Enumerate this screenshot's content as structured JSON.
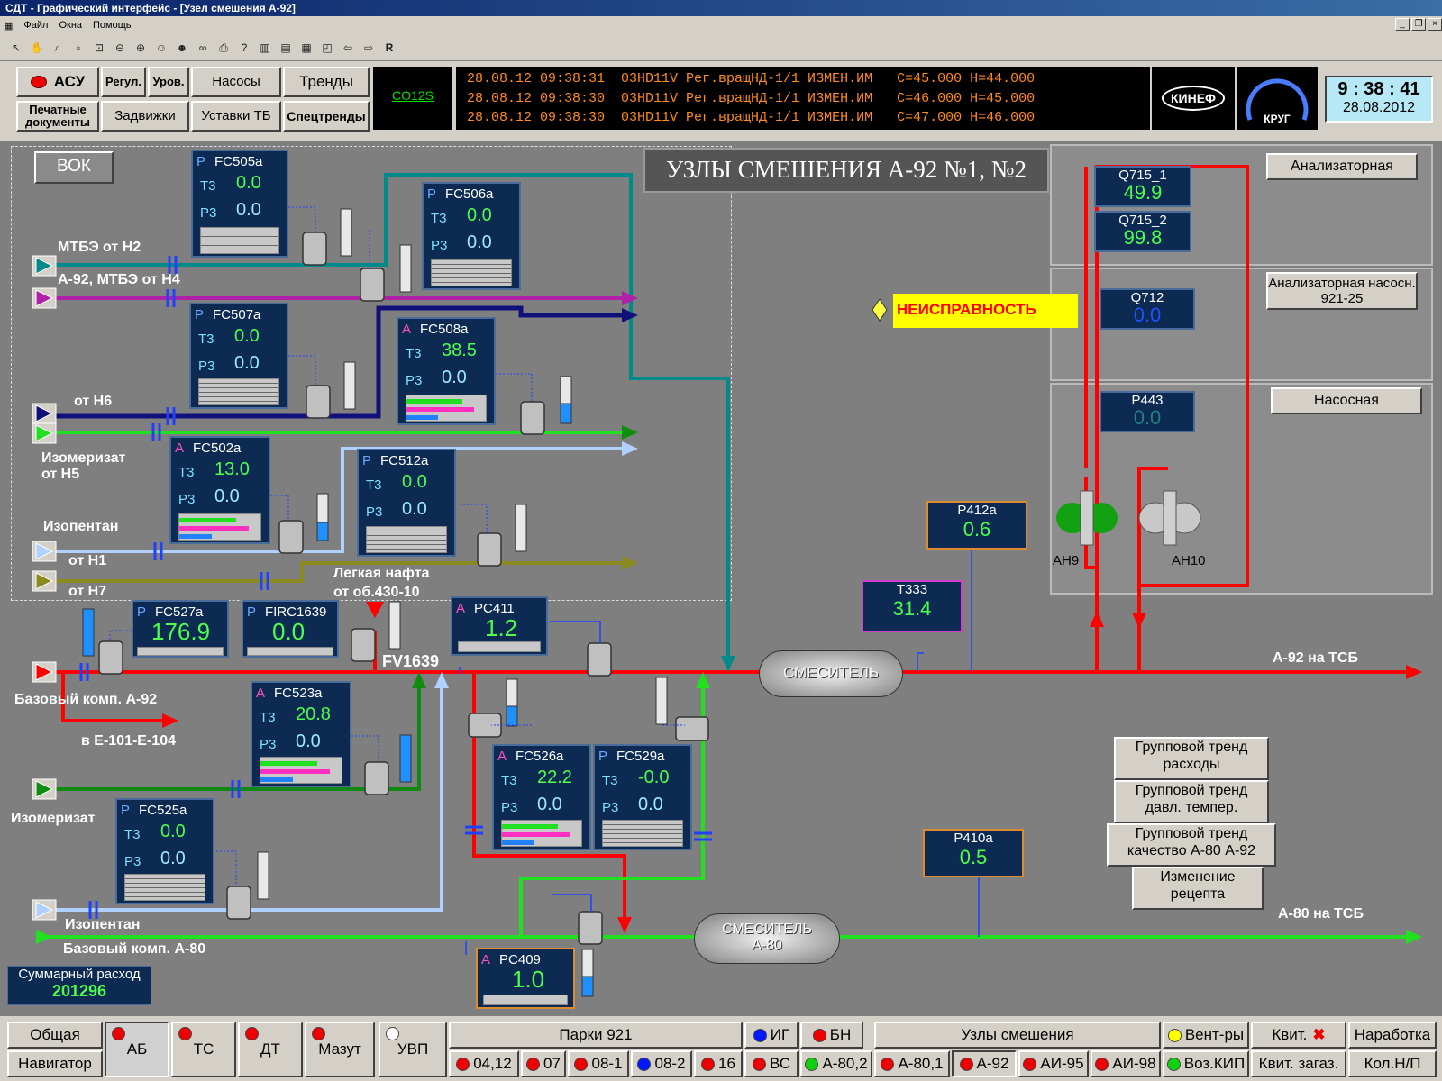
{
  "window": {
    "title": "СДТ - Графический интерфейс - [Узел смешения А-92]"
  },
  "menu": [
    "Файл",
    "Окна",
    "Помощь"
  ],
  "nav": {
    "asu": "АСУ",
    "regul": "Регул.",
    "urov": "Уров.",
    "nasosy": "Насосы",
    "trendy": "Тренды",
    "pechat": "Печатные документы",
    "zadvizhki": "Задвижки",
    "ustavki": "Уставки ТБ",
    "spectrendy": "Спецтренды"
  },
  "co": "CO12S",
  "messages": [
    "28.08.12 09:38:31  03HD11V Рег.вращНД-1/1 ИЗМЕН.ИМ   С=45.000 Н=44.000",
    "28.08.12 09:38:30  03HD11V Рег.вращНД-1/1 ИЗМЕН.ИМ   С=46.000 Н=45.000",
    "28.08.12 09:38:30  03HD11V Рег.вращНД-1/1 ИЗМЕН.ИМ   С=47.000 Н=46.000"
  ],
  "logo1": "КИНЕФ",
  "logo2": "КРУГ",
  "clock": {
    "time": "9 : 38 : 41",
    "date": "28.08.2012"
  },
  "mnemo": {
    "title": "УЗЛЫ СМЕШЕНИЯ А-92 №1, №2",
    "vok": "ВОК",
    "fault": "НЕИСПРАВНОСТЬ",
    "rooms": [
      "Анализаторная",
      "Анализаторная насосн. 921-25",
      "Насосная"
    ],
    "pumps": [
      "АН9",
      "АН10"
    ],
    "mixer1": "СМЕСИТЕЛЬ",
    "mixer2a": "СМЕСИТЕЛЬ",
    "mixer2b": "А-80",
    "fv": "FV1639",
    "out1": "А-92 на ТСБ",
    "out2": "А-80 на ТСБ",
    "lines": {
      "mtbe": "МТБЭ от Н2",
      "a92": "А-92, МТБЭ от Н4",
      "n6": "от Н6",
      "izo5": "Изомеризат",
      "izo5b": "от Н5",
      "izopentan": "Изопентан",
      "n1": "от Н1",
      "n7": "от Н7",
      "nafta1": "Легкая нафта",
      "nafta2": "от об.430-10",
      "base92": "Базовый комп. А-92",
      "e101": "в Е-101-Е-104",
      "izo": "Изомеризат",
      "izopentan2": "Изопентан",
      "base80": "Базовый комп. А-80"
    },
    "sum": {
      "label": "Суммарный расход",
      "value": "201296"
    },
    "groups": [
      "Групповой тренд расходы",
      "Групповой тренд давл. темпер.",
      "Групповой тренд качество А-80 А-92",
      "Изменение рецепта"
    ]
  },
  "panels": {
    "FC505a": {
      "m": "P",
      "t": "0.0",
      "p": "0.0"
    },
    "FC506a": {
      "m": "P",
      "t": "0.0",
      "p": "0.0"
    },
    "FC507a": {
      "m": "P",
      "t": "0.0",
      "p": "0.0"
    },
    "FC508a": {
      "m": "A",
      "t": "38.5",
      "p": "0.0"
    },
    "FC502a": {
      "m": "A",
      "t": "13.0",
      "p": "0.0"
    },
    "FC512a": {
      "m": "P",
      "t": "0.0",
      "p": "0.0"
    },
    "FC523a": {
      "m": "A",
      "t": "20.8",
      "p": "0.0"
    },
    "FC525a": {
      "m": "P",
      "t": "0.0",
      "p": "0.0"
    },
    "FC526a": {
      "m": "A",
      "t": "22.2",
      "p": "0.0"
    },
    "FC529a": {
      "m": "P",
      "t": "-0.0",
      "p": "0.0"
    }
  },
  "labels": {
    "t": "Т3",
    "p": "Р3"
  },
  "single": {
    "FC527a": {
      "m": "P",
      "v": "176.9"
    },
    "FIRC1639": {
      "m": "P",
      "v": "0.0"
    },
    "PC411": {
      "m": "A",
      "v": "1.2"
    },
    "PC409": {
      "m": "A",
      "v": "1.0"
    }
  },
  "inds": {
    "P412a": "0.6",
    "T333": "31.4",
    "P410a": "0.5",
    "Q715_1": "49.9",
    "Q715_2": "99.8",
    "Q712": "0.0",
    "P443": "0.0"
  },
  "bottom": {
    "obshaya": "Общая",
    "navigator": "Навигатор",
    "ab": "АБ",
    "ts": "ТС",
    "dt": "ДТ",
    "mazut": "Мазут",
    "uvp": "УВП",
    "parki": "Парки 921",
    "p1": "04,12",
    "p2": "07",
    "p3": "08-1",
    "p4": "08-2",
    "p5": "16",
    "ig": "ИГ",
    "bn": "БН",
    "vs": "ВС",
    "a802": "А-80,2",
    "uzly": "Узлы смешения",
    "u1": "А-80,1",
    "u2": "А-92",
    "u3": "АИ-95",
    "u4": "АИ-98",
    "vent": "Вент-ры",
    "kvit": "Квит.",
    "narab": "Наработка",
    "voz": "Воз.КИП",
    "kvitzag": "Квит. загаз.",
    "kol": "Кол.Н/П"
  },
  "colors": {
    "pipe_red": "#ff0000",
    "pipe_green": "#10d010",
    "pipe_teal": "#008a8a",
    "pipe_purple": "#a0209a",
    "pipe_navy": "#10107a",
    "pipe_olive": "#8a8a20",
    "pipe_lightblue": "#a8c8ff"
  }
}
